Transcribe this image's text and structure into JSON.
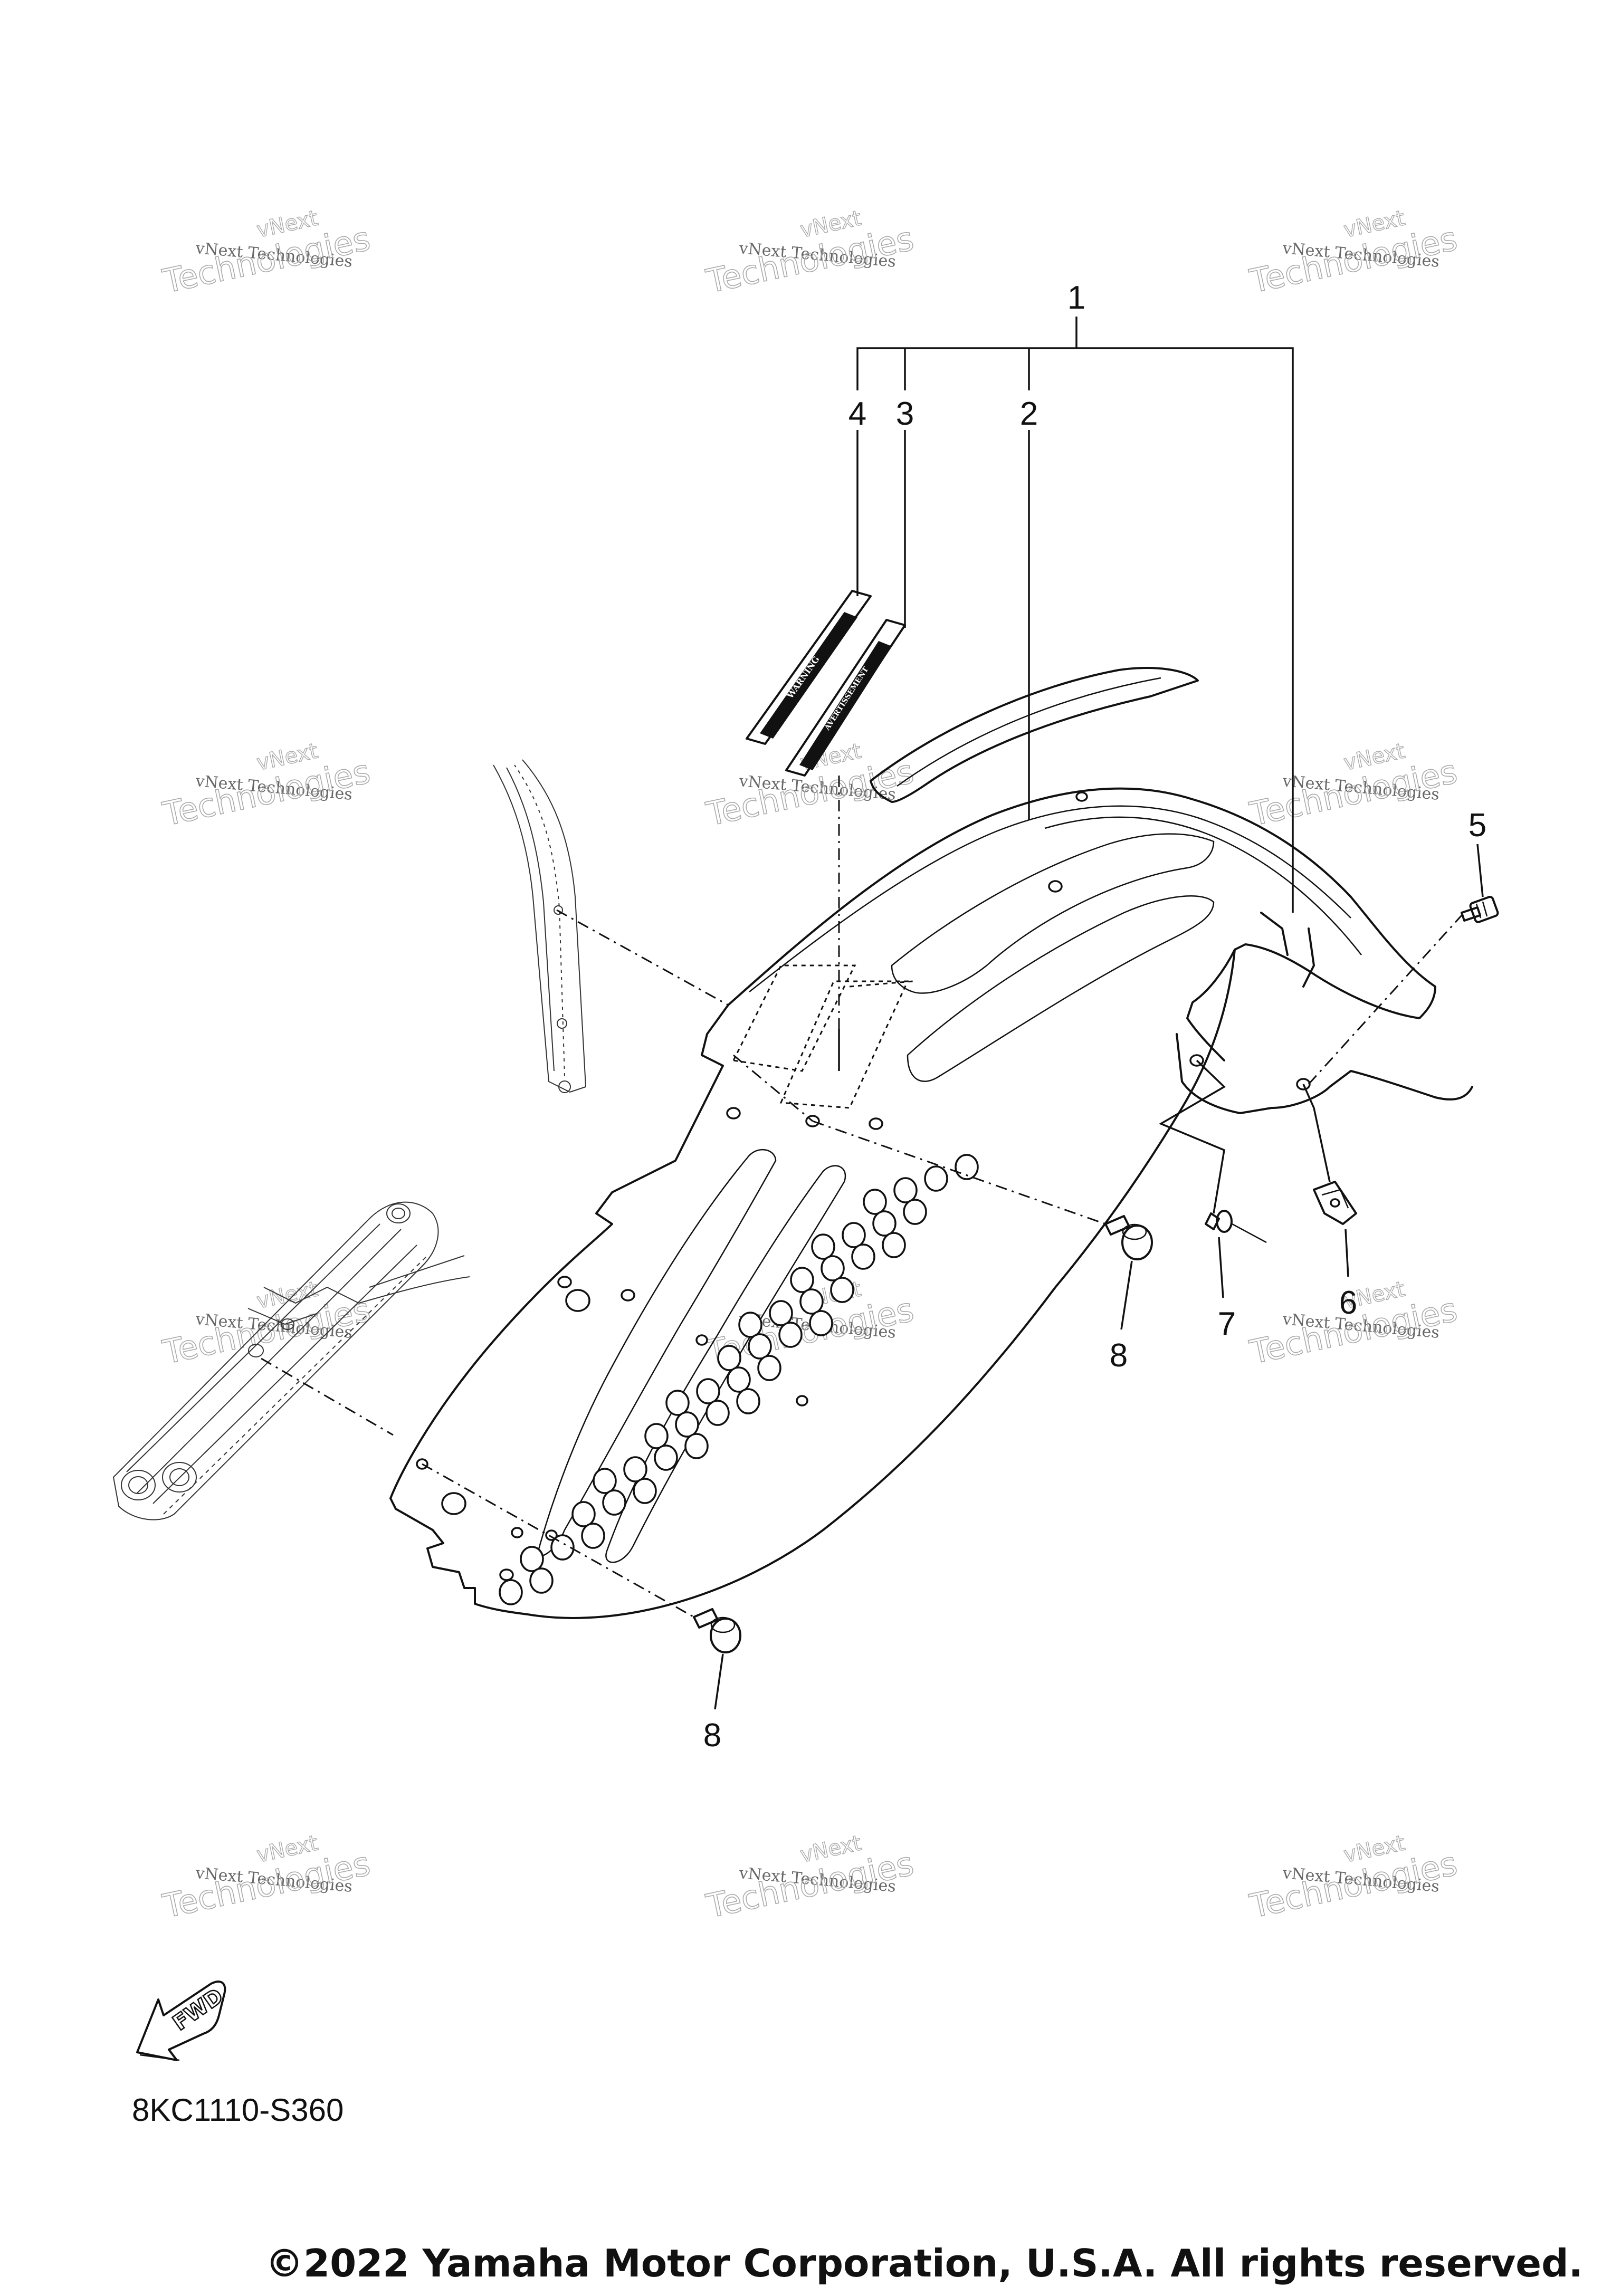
{
  "diagram": {
    "callouts": [
      "1",
      "2",
      "3",
      "4",
      "5",
      "6",
      "7",
      "8",
      "8"
    ],
    "part_code": "8KC1110-S360",
    "fwd_label": "FWD",
    "warning_label_1": "WARNING",
    "warning_label_2": "AVERTISSEMENT"
  },
  "footer": {
    "copyright": "©2022 Yamaha Motor Corporation, U.S.A. All rights reserved."
  },
  "watermark": {
    "line1": "vNext Technologies",
    "line2": "Technologies",
    "line3": "vNext"
  }
}
